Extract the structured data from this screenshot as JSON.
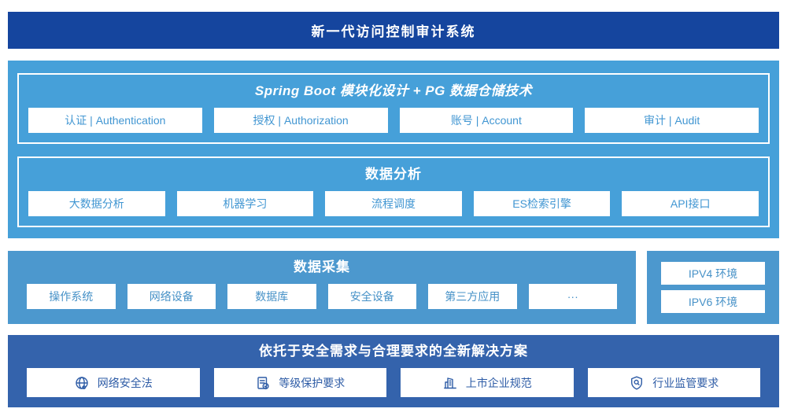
{
  "header": {
    "title": "新一代访问控制审计系统"
  },
  "platform": {
    "sections": [
      {
        "title": "Spring Boot 模块化设计 + PG 数据仓储技术",
        "items": [
          "认证 | Authentication",
          "授权 | Authorization",
          "账号 | Account",
          "审计 | Audit"
        ]
      },
      {
        "title": "数据分析",
        "items": [
          "大数据分析",
          "机器学习",
          "流程调度",
          "ES检索引擎",
          "API接口"
        ]
      }
    ]
  },
  "collection": {
    "title": "数据采集",
    "items": [
      "操作系统",
      "网络设备",
      "数据库",
      "安全设备",
      "第三方应用",
      "···"
    ],
    "env_panel": {
      "items": [
        "IPV4 环境",
        "IPV6 环境"
      ]
    }
  },
  "solution": {
    "title": "依托于安全需求与合理要求的全新解决方案",
    "items": [
      {
        "icon": "globe-icon",
        "label": "网络安全法"
      },
      {
        "icon": "document-check-icon",
        "label": "等级保护要求"
      },
      {
        "icon": "building-icon",
        "label": "上市企业规范"
      },
      {
        "icon": "shield-search-icon",
        "label": "行业监管要求"
      }
    ]
  },
  "colors": {
    "header_bg": "#15459E",
    "platform_bg": "#46A0D9",
    "collection_bg": "#4C98CE",
    "solution_bg": "#3463AC",
    "chip_text_light": "#4196D2",
    "chip_text_dark": "#2E5CA6",
    "white": "#FFFFFF"
  }
}
